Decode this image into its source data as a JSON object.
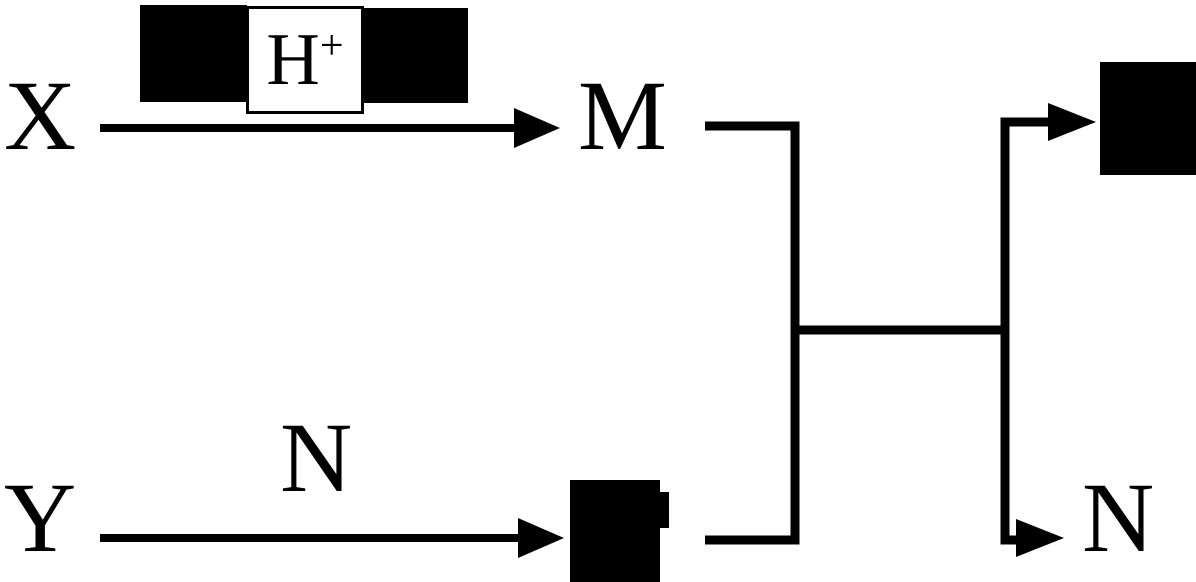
{
  "diagram": {
    "reactant_x": "X",
    "reactant_y": "Y",
    "intermediate_m": "M",
    "catalyst_base": "H",
    "catalyst_sup": "+",
    "bottom_arrow_label": "N",
    "final_product_n": "N",
    "colors": {
      "line": "#000000",
      "redaction": "#000000",
      "background": "#ffffff"
    }
  }
}
